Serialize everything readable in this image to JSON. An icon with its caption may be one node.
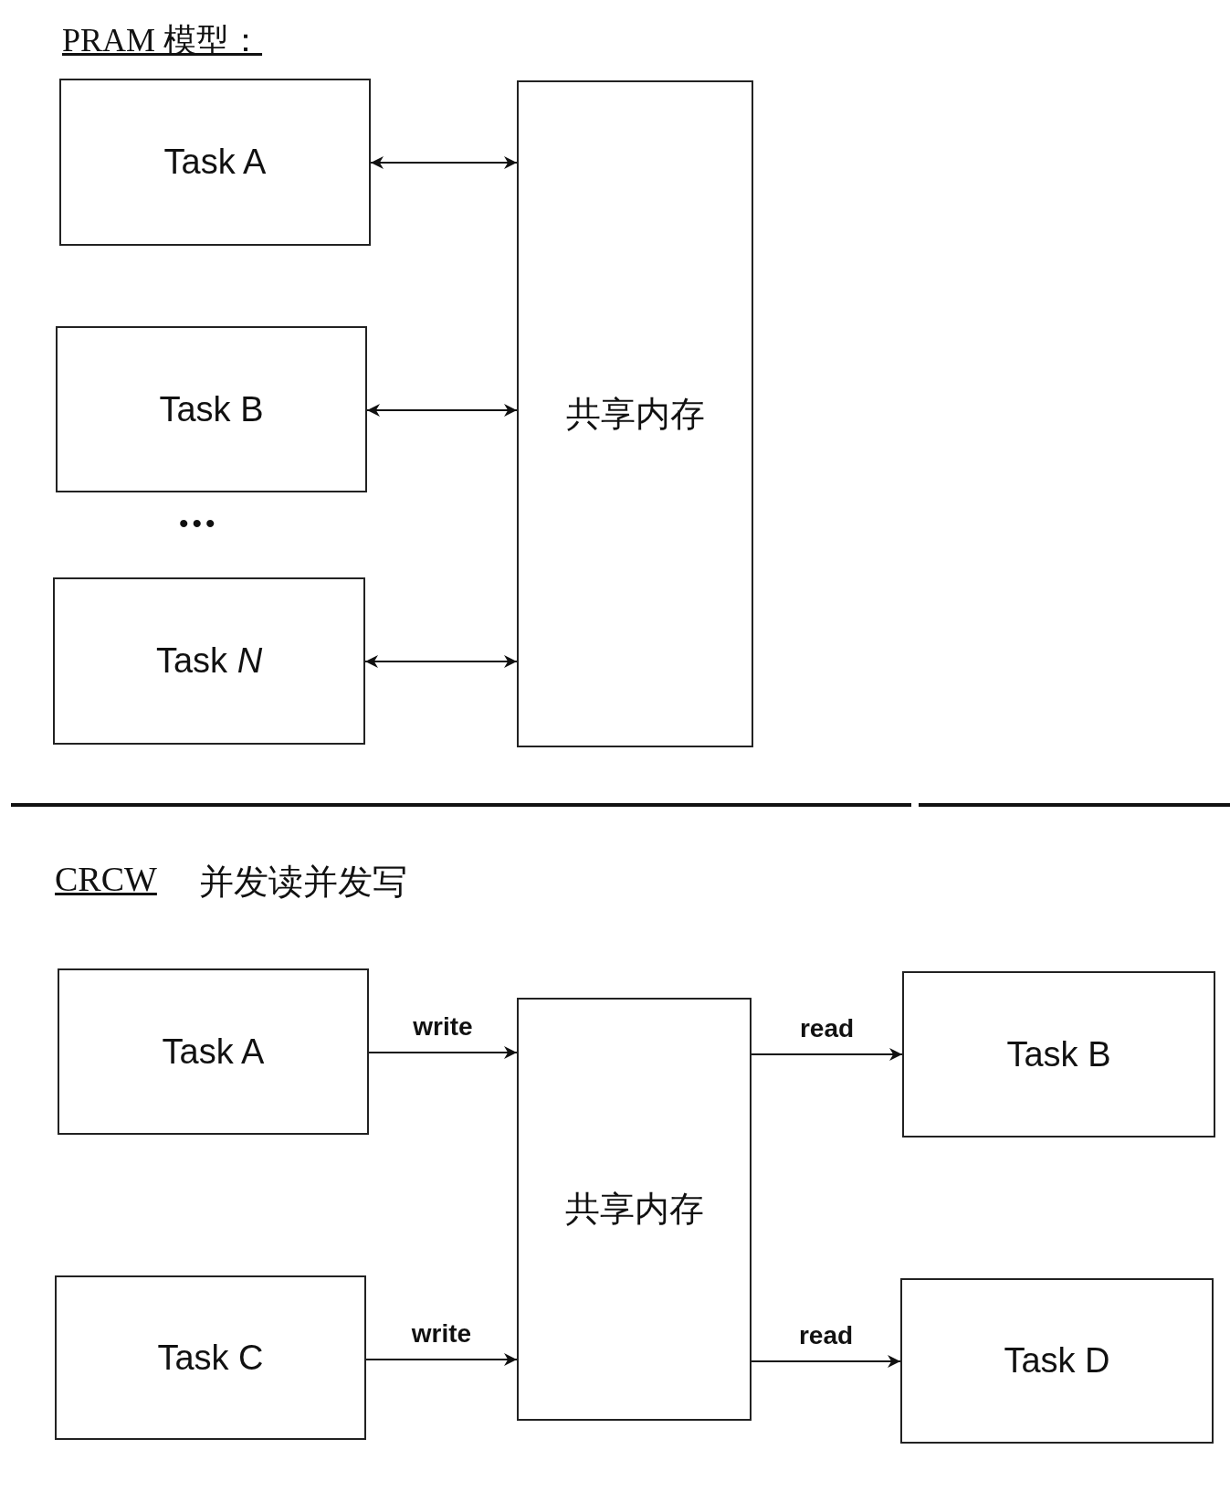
{
  "diagram": {
    "title": "PRAM 模型：",
    "nodes": [
      {
        "text": [
          "Task A"
        ]
      },
      {
        "text": [
          "Task B"
        ]
      },
      {
        "text": [
          "Task *N*"
        ]
      },
      {
        "text": [
          "共享内存"
        ]
      },
      {
        "text": [
          "Task A"
        ]
      },
      {
        "text": [
          "共享内存"
        ]
      },
      {
        "text": [
          "Task B"
        ]
      },
      {
        "text": [
          "Task C"
        ]
      },
      {
        "text": [
          "Task D"
        ]
      }
    ],
    "edges": [
      {
        "from": 0,
        "to": 3,
        "arrow": "both"
      },
      {
        "from": 1,
        "to": 3,
        "arrow": "both"
      },
      {
        "from": 2,
        "to": 3,
        "arrow": "both"
      },
      {
        "from": 4,
        "to": 5,
        "arrow": "to",
        "label": "write"
      },
      {
        "from": 7,
        "to": 5,
        "arrow": "to",
        "label": "write"
      },
      {
        "from": 5,
        "to": 6,
        "arrow": "to",
        "label": "read"
      },
      {
        "from": 5,
        "to": 8,
        "arrow": "to",
        "label": "read"
      }
    ],
    "labels": [
      "•••",
      "CRCW",
      "并发读并发写"
    ]
  }
}
